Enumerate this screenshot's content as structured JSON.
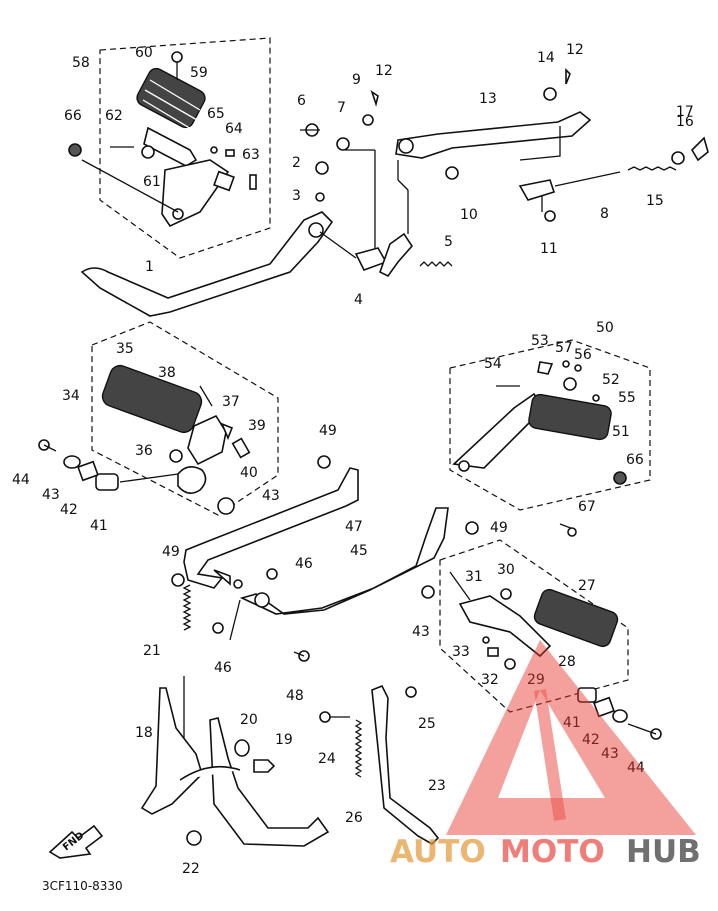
{
  "diagram": {
    "code": "3CF110-8330",
    "fnd_label": "FND",
    "parts": {
      "p1": "1",
      "p2": "2",
      "p3": "3",
      "p4": "4",
      "p5": "5",
      "p6": "6",
      "p7": "7",
      "p8": "8",
      "p9": "9",
      "p10": "10",
      "p11": "11",
      "p12a": "12",
      "p12b": "12",
      "p13": "13",
      "p14": "14",
      "p15": "15",
      "p16": "16",
      "p17": "17",
      "p18": "18",
      "p19": "19",
      "p20": "20",
      "p21": "21",
      "p22": "22",
      "p23": "23",
      "p24": "24",
      "p25": "25",
      "p26": "26",
      "p27": "27",
      "p28": "28",
      "p29": "29",
      "p30": "30",
      "p31": "31",
      "p32": "32",
      "p33": "33",
      "p34": "34",
      "p35": "35",
      "p36": "36",
      "p37": "37",
      "p38": "38",
      "p39": "39",
      "p40": "40",
      "p41a": "41",
      "p41b": "41",
      "p42a": "42",
      "p42b": "42",
      "p43a": "43",
      "p43b": "43",
      "p43c": "43",
      "p43d": "43",
      "p44a": "44",
      "p44b": "44",
      "p45": "45",
      "p46a": "46",
      "p46b": "46",
      "p47": "47",
      "p48": "48",
      "p49a": "49",
      "p49b": "49",
      "p49c": "49",
      "p50": "50",
      "p51": "51",
      "p52": "52",
      "p53": "53",
      "p54": "54",
      "p55": "55",
      "p56": "56",
      "p57": "57",
      "p58": "58",
      "p59": "59",
      "p60": "60",
      "p61": "61",
      "p62": "62",
      "p63": "63",
      "p64": "64",
      "p65": "65",
      "p66a": "66",
      "p66b": "66",
      "p67": "67"
    }
  },
  "watermark": {
    "word1": "AUTO",
    "word2": "MOTO",
    "word3": "HUB",
    "color_primary": "#e8352e",
    "color_secondary": "#e39b3c",
    "color_dark": "#3a3a3a"
  }
}
